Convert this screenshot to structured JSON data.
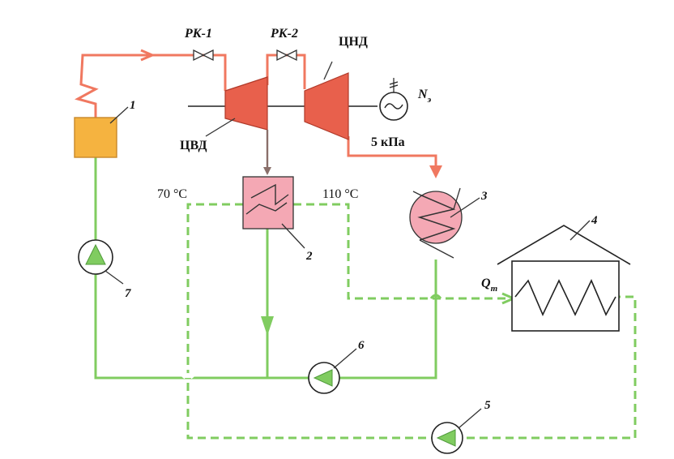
{
  "labels": {
    "valve_rk1": "РК-1",
    "valve_rk2": "РК-2",
    "turbine_low": "ЦНД",
    "turbine_high": "ЦВД",
    "generator_power": "N",
    "generator_power_sub": "э",
    "condenser_pressure": "5 кПа",
    "temp_return": "70 °C",
    "temp_supply": "110 °C",
    "heat_load": "Q",
    "heat_load_sub": "т",
    "n1": "1",
    "n2": "2",
    "n3": "3",
    "n4": "4",
    "n5": "5",
    "n6": "6",
    "n7": "7"
  },
  "colors": {
    "steam_line": "#f07860",
    "water_line": "#80cc60",
    "turbine_fill": "#e8604c",
    "boiler_fill": "#f5b340",
    "heater_fill": "#f4a8b4",
    "condenser_fill": "#f4a8b4"
  }
}
